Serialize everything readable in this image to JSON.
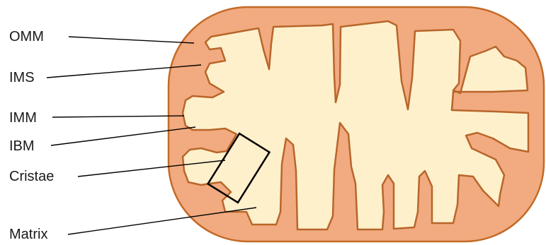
{
  "labels": {
    "omm": "OMM",
    "ims": "IMS",
    "imm": "IMM",
    "ibm": "IBM",
    "cristae": "Cristae",
    "matrix": "Matrix"
  },
  "colors": {
    "outer_membrane_fill": "#f2aa80",
    "outer_membrane_stroke": "#c46a26",
    "matrix_fill": "#fff0cc",
    "inner_membrane_stroke": "#b8662a",
    "leader_line": "#000000",
    "highlight_box": "#000000"
  }
}
